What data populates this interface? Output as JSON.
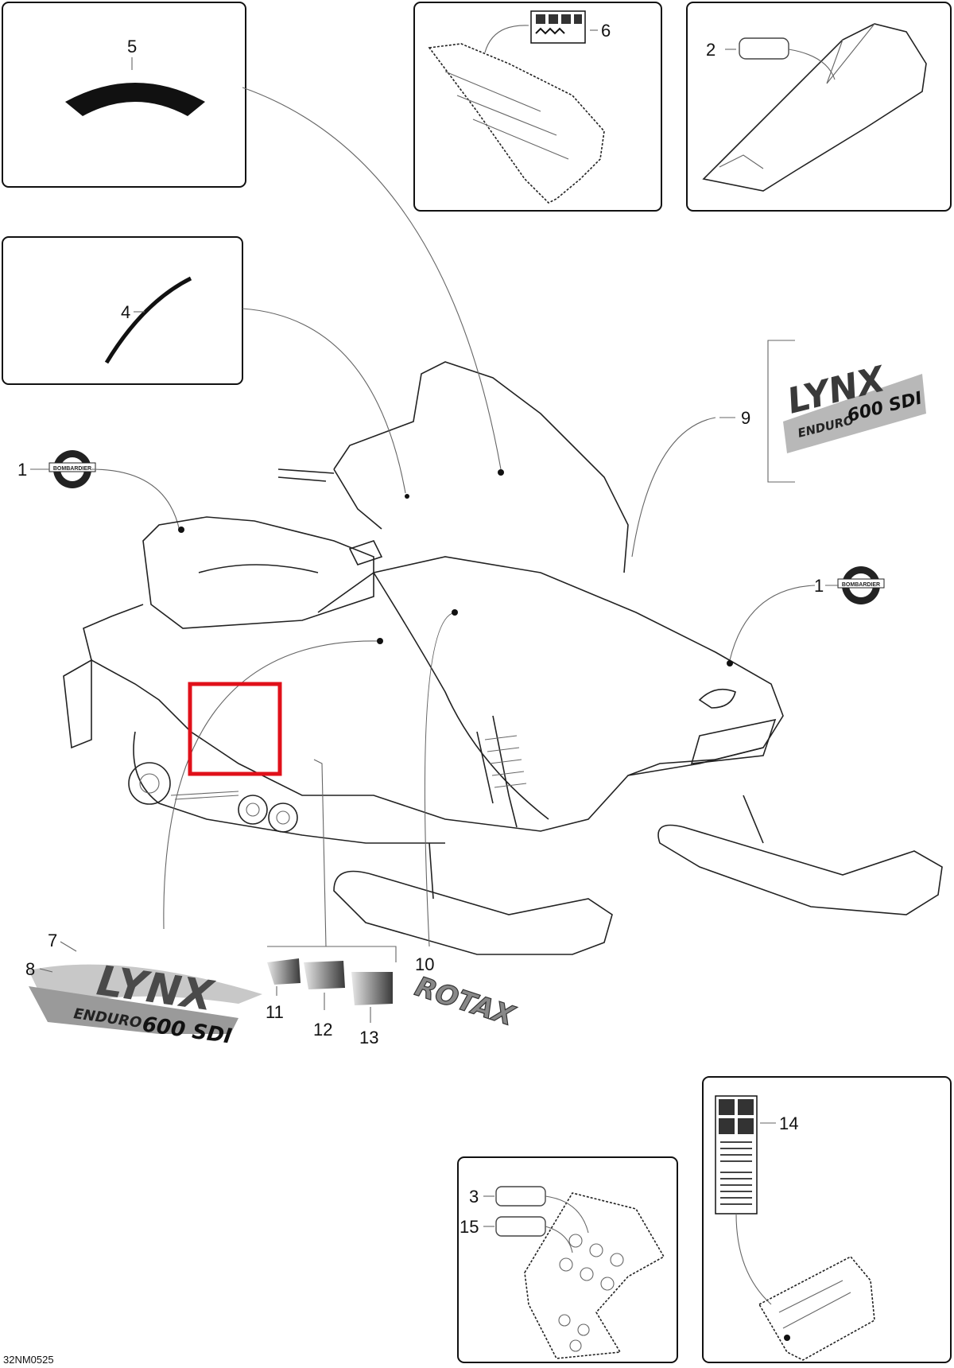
{
  "diagram": {
    "callouts": [
      "1",
      "1",
      "2",
      "3",
      "4",
      "5",
      "6",
      "7",
      "8",
      "9",
      "10",
      "11",
      "12",
      "13",
      "14",
      "15"
    ],
    "drawing_code": "32NM0525",
    "decals": {
      "lynx_large": "LYNX",
      "enduro_large": "ENDURO",
      "model_large": "600 SDI",
      "lynx_small": "LYNX",
      "enduro_small": "ENDURO",
      "model_small": "600 SDI",
      "rotax": "ROTAX",
      "brand_badge": "BOMBARDIER"
    },
    "colors": {
      "line": "#222222",
      "highlight": "#e0101a",
      "decal_dark": "#3a3a3a",
      "decal_gray": "#8a8a8a"
    }
  }
}
